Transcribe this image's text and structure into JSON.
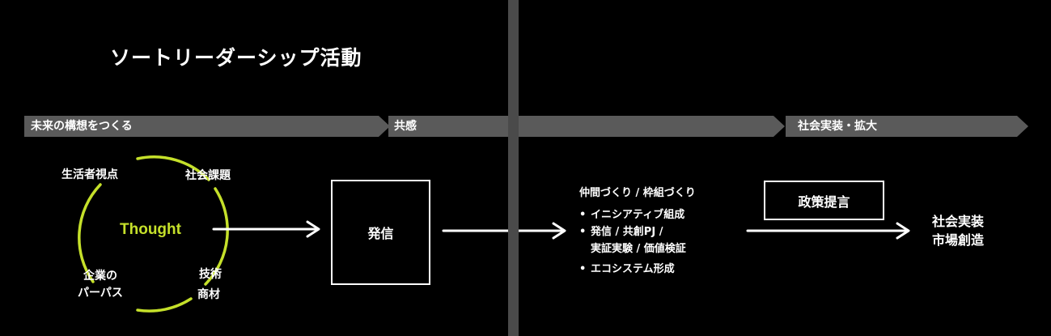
{
  "title": "ソートリーダーシップ活動",
  "phases": [
    {
      "label": "未来の構想をつくる"
    },
    {
      "label": "共感"
    },
    {
      "label": ""
    },
    {
      "label": "社会実装・拡大"
    }
  ],
  "cycle": {
    "center": "Thought",
    "items": {
      "top_left": "生活者視点",
      "top_right": "社会課題",
      "bottom_left_line1": "企業の",
      "bottom_left_line2": "パーパス",
      "bottom_right_line1": "技術",
      "bottom_right_line2": "商材"
    }
  },
  "send_box": {
    "label": "発信"
  },
  "activities": {
    "heading": "仲間づくり / 枠組づくり",
    "bullet_symbol": "•",
    "items": [
      {
        "lines": [
          "イニシアティブ組成"
        ]
      },
      {
        "lines": [
          "発信 / 共創PJ /",
          "実証実験 / 価値検証"
        ]
      },
      {
        "lines": [
          "エコシステム形成"
        ]
      }
    ]
  },
  "policy_box": {
    "label": "政策提言"
  },
  "outcome": {
    "line1": "社会実装",
    "line2": "市場創造"
  },
  "colors": {
    "background": "#000000",
    "phase_bar": "#5a5a5a",
    "divider": "#4a4a4a",
    "accent": "#c5e02a",
    "text": "#ffffff"
  }
}
